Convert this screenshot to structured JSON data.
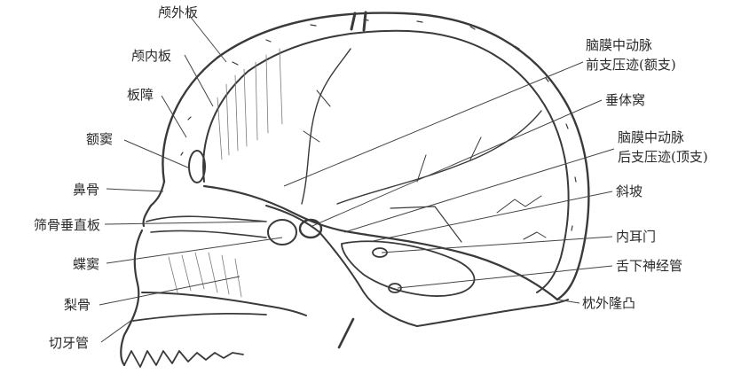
{
  "figure": {
    "labels": {
      "frontal_outer": "颅外板",
      "frontal_inner": "颅内板",
      "diploe": "板障",
      "frontal_sinus": "额窦",
      "nasal_bone": "鼻骨",
      "ethmoid_plate": "筛骨垂直板",
      "sphenoid_sinus": "蝶窦",
      "vomer": "梨骨",
      "incisive_canal": "切牙管",
      "mma_front_1": "脑膜中动脉",
      "mma_front_2": "前支压迹(额支)",
      "sella": "垂体窝",
      "mma_back_1": "脑膜中动脉",
      "mma_back_2": "后支压迹(顶支)",
      "clivus": "斜坡",
      "internal_meatus": "内耳门",
      "hypoglossal_canal": "舌下神经管",
      "occipital_protuberance": "枕外隆凸"
    }
  }
}
